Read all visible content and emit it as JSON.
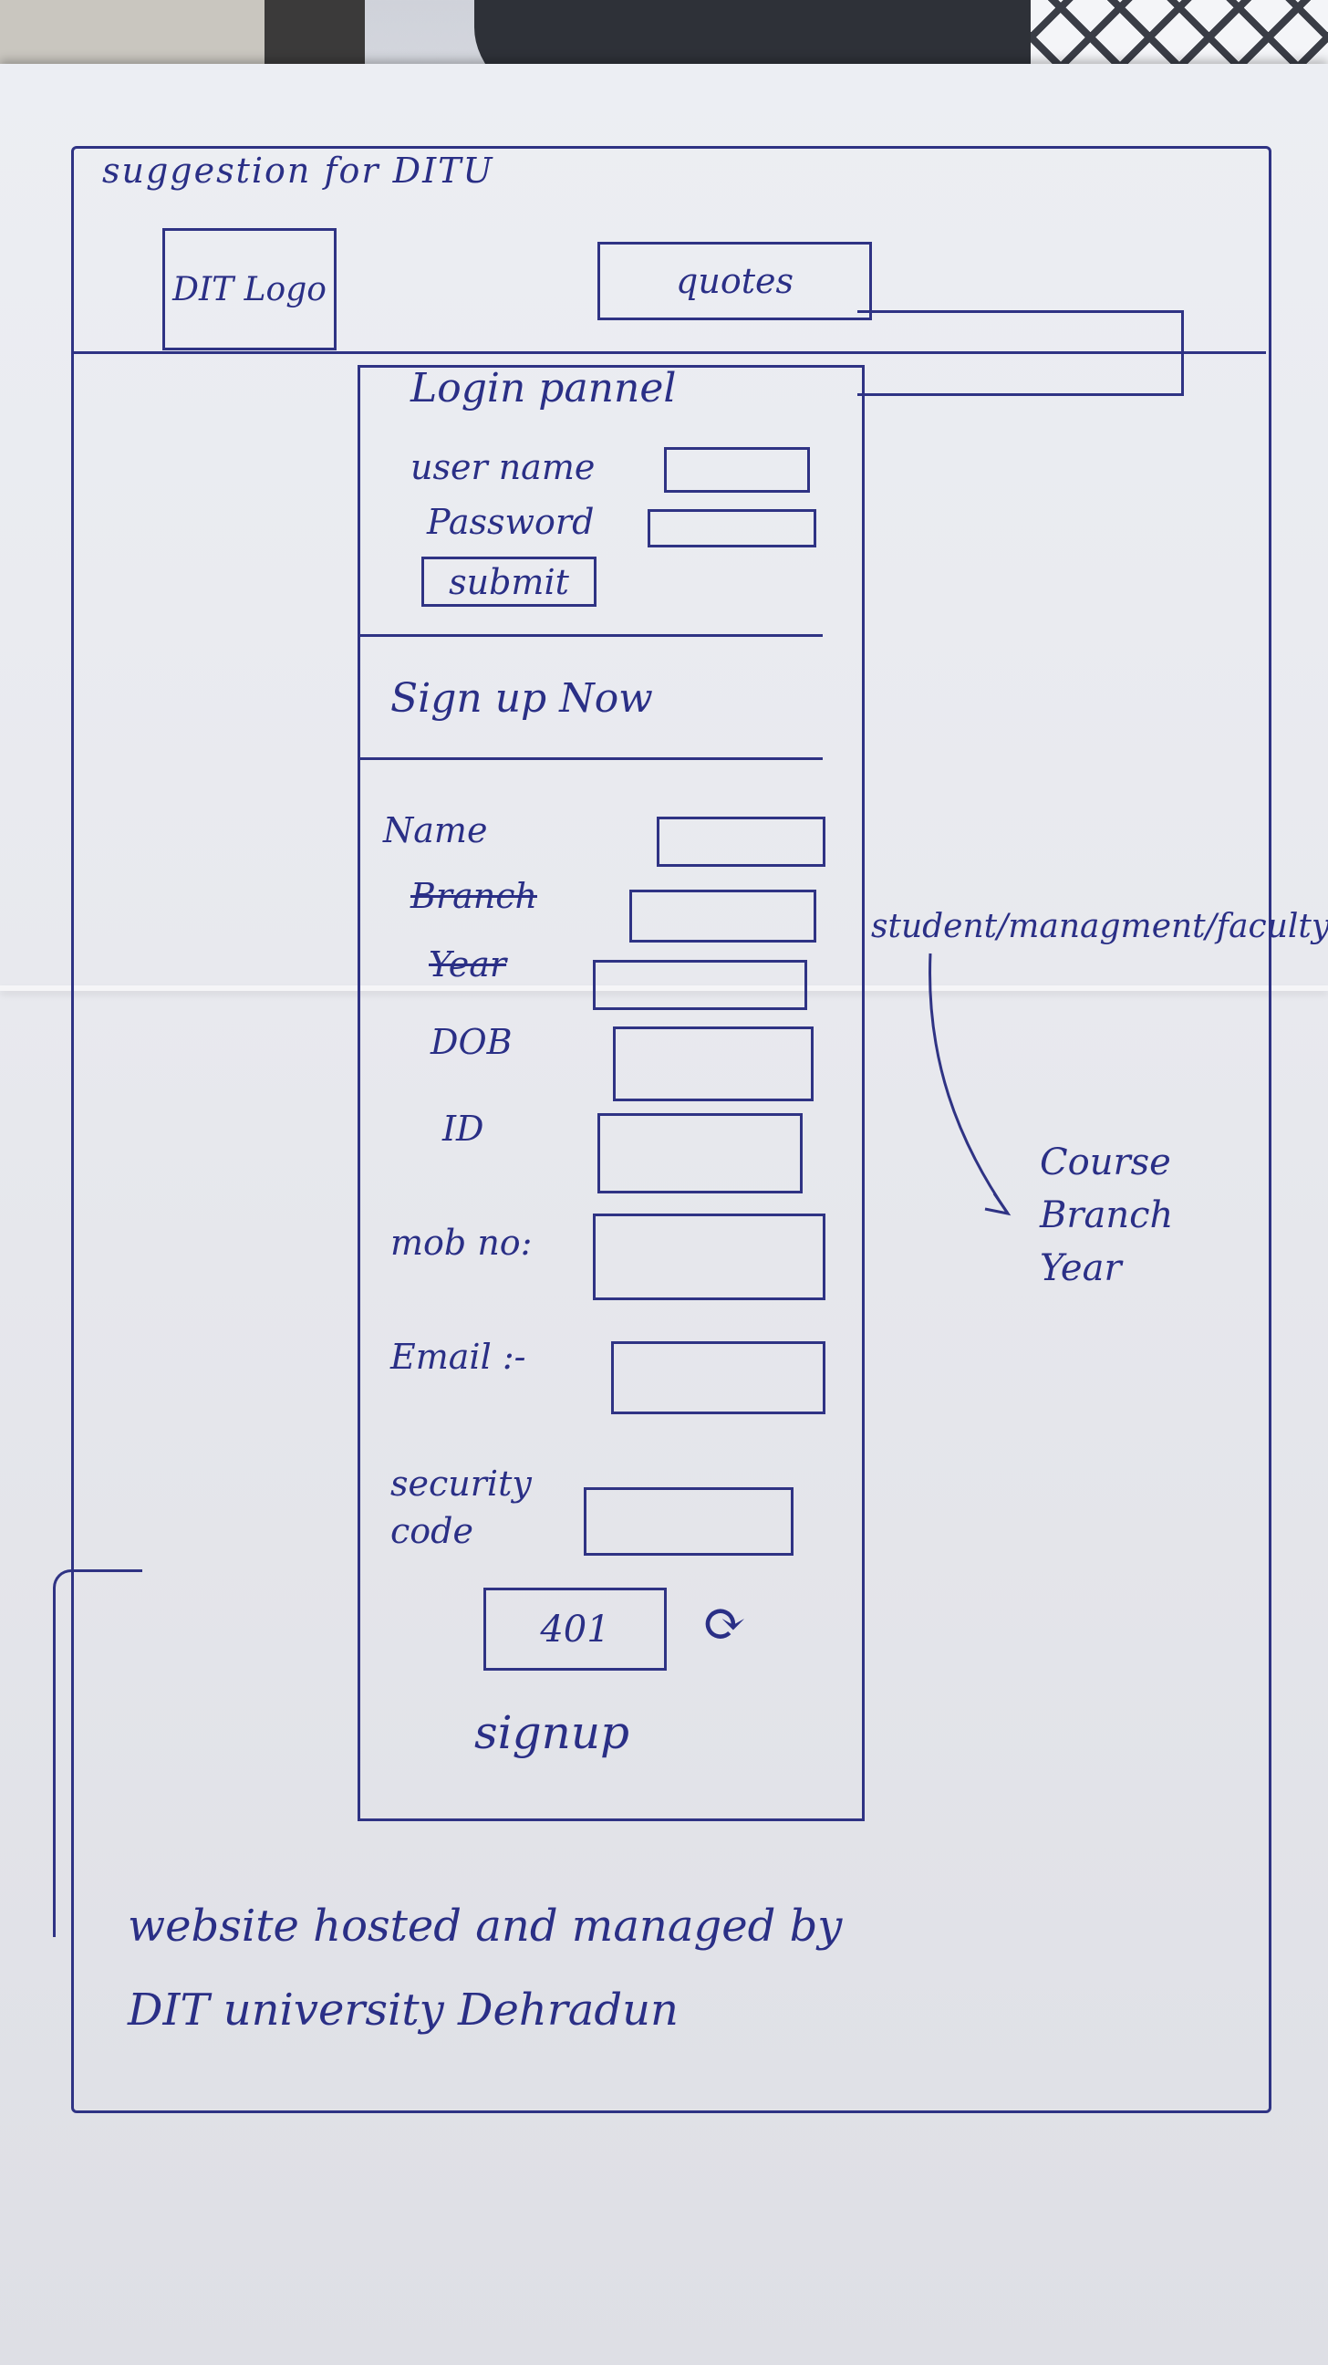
{
  "page": {
    "title": "suggestion for DITU"
  },
  "header": {
    "logo_label": "DIT Logo",
    "quotes_label": "quotes"
  },
  "login": {
    "title": "Login pannel",
    "username_label": "user name",
    "password_label": "Password",
    "submit_label": "submit"
  },
  "signup": {
    "title": "Sign up Now",
    "name_label": "Name",
    "branch_label": "Branch",
    "year_label": "Year",
    "dob_label": "DOB",
    "id_label": "ID",
    "mobile_label": "mob no:",
    "email_label": "Email :-",
    "security_label": "security code",
    "captcha_value": "401",
    "refresh_icon": "refresh-icon",
    "submit_label": "signup"
  },
  "annotations": {
    "user_types": "student/managment/faculty",
    "details": [
      "Course",
      "Branch",
      "Year"
    ]
  },
  "footer": {
    "line1": "website hosted and managed by",
    "line2": "DIT university Dehradun"
  }
}
